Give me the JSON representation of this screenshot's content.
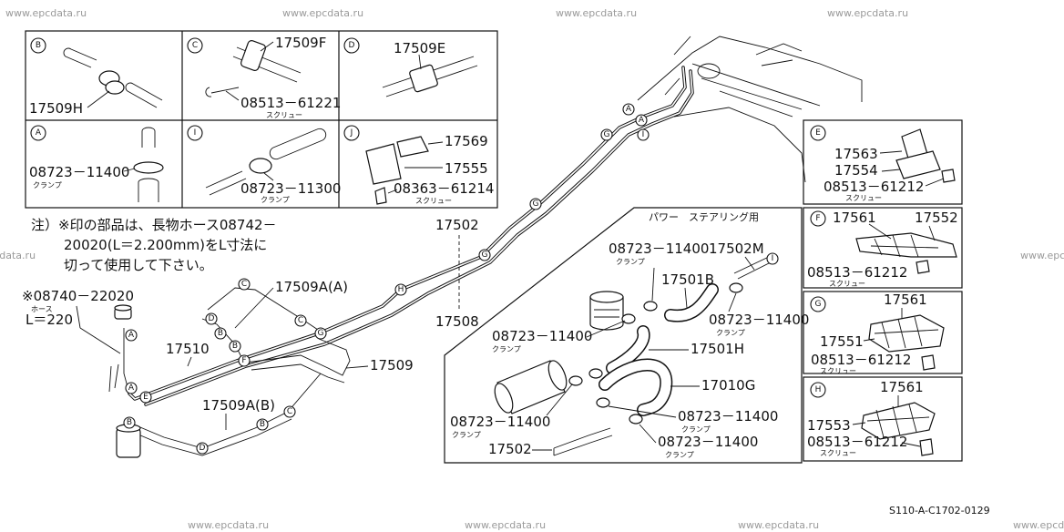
{
  "watermark": "www.epcdata.ru",
  "diagram_code": "S110-A-C1702-0129",
  "note": {
    "line1": "注）※印の部品は、長物ホース08742－",
    "line2": "20020(L＝2.200mm)をL寸法に",
    "line3": "切って使用して下さい。"
  },
  "hose_callout": {
    "part": "※08740－22020",
    "label_hose": "ホース",
    "label_length": "L＝220"
  },
  "power_steering_label": "パワー　ステアリング用",
  "annotations": {
    "clamp": "クランプ",
    "screw": "スクリュー"
  },
  "insets": {
    "B": {
      "letter": "B",
      "parts": [
        "17509H"
      ]
    },
    "C": {
      "letter": "C",
      "parts": [
        "17509F",
        "08513－61221"
      ]
    },
    "D": {
      "letter": "D",
      "parts": [
        "17509E"
      ]
    },
    "A": {
      "letter": "A",
      "parts": [
        "08723－11400"
      ]
    },
    "I": {
      "letter": "I",
      "parts": [
        "08723－11300"
      ]
    },
    "J": {
      "letter": "J",
      "parts": [
        "17569",
        "17555",
        "08363－61214"
      ]
    },
    "E": {
      "letter": "E",
      "parts": [
        "17563",
        "17554",
        "08513－61212"
      ]
    },
    "F": {
      "letter": "F",
      "parts": [
        "17561",
        "17552",
        "08513－61212"
      ]
    },
    "G": {
      "letter": "G",
      "parts": [
        "17561",
        "17551",
        "08513－61212"
      ]
    },
    "H": {
      "letter": "H",
      "parts": [
        "17561",
        "17553",
        "08513－61212"
      ]
    }
  },
  "main_labels": {
    "p17502_top": "17502",
    "p17508": "17508",
    "p17509A_A": "17509A(A)",
    "p17510": "17510",
    "p17509": "17509",
    "p17509A_B": "17509A(B)"
  },
  "ps_labels": {
    "clamp_top": "08723－11400",
    "p17502M": "17502M",
    "p17501B": "17501B",
    "clamp_right": "08723－11400",
    "clamp_left": "08723－11400",
    "p17501H": "17501H",
    "p17010G": "17010G",
    "clamp_low_left": "08723－11400",
    "clamp_low_right": "08723－11400",
    "clamp_bottom": "08723－11400",
    "p17502_bottom": "17502"
  }
}
